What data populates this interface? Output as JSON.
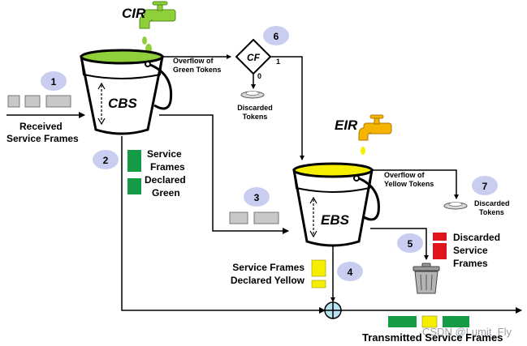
{
  "cir_label": "CIR",
  "eir_label": "EIR",
  "cbs_label": "CBS",
  "ebs_label": "EBS",
  "cf_label": "CF",
  "cf_out_1": "1",
  "cf_out_0": "0",
  "received_line1": "Received",
  "received_line2": "Service Frames",
  "overflow_green_line1": "Overflow of",
  "overflow_green_line2": "Green Tokens",
  "discarded_tokens_1_line1": "Discarded",
  "discarded_tokens_1_line2": "Tokens",
  "green_frames_line1": "Service",
  "green_frames_line2": "Frames",
  "green_frames_line3": "Declared",
  "green_frames_line4": "Green",
  "overflow_yellow_line1": "Overflow of",
  "overflow_yellow_line2": "Yellow Tokens",
  "discarded_tokens_2_line1": "Discarded",
  "discarded_tokens_2_line2": "Tokens",
  "discarded_frames_line1": "Discarded",
  "discarded_frames_line2": "Service",
  "discarded_frames_line3": "Frames",
  "yellow_frames_line1": "Service Frames",
  "yellow_frames_line2": "Declared Yellow",
  "transmitted_label": "Transmitted Service Frames",
  "watermark": "CSDN @Lumit_Fly",
  "steps": [
    "1",
    "2",
    "3",
    "4",
    "5",
    "6",
    "7"
  ],
  "colors": {
    "green": "#159a45",
    "green_water": "#8ecf3a",
    "yellow": "#f5ee00",
    "yellow_tap": "#f4b400",
    "red": "#e0141b",
    "gray_frame": "#c8c8c8",
    "step_circle": "#c9cdf0",
    "combiner": "#b9e3ee"
  }
}
